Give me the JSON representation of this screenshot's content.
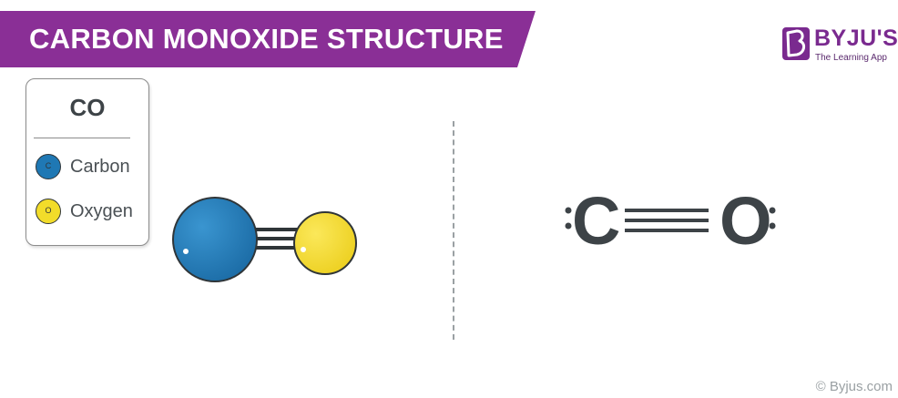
{
  "title": "CARBON MONOXIDE STRUCTURE",
  "colors": {
    "banner": "#8a2f96",
    "brand": "#7a2a8f",
    "carbon": "#1f78b4",
    "oxygen": "#f2dc2a",
    "ink": "#3d4347"
  },
  "logo": {
    "name": "BYJU'S",
    "tagline": "The Learning App"
  },
  "legend": {
    "formula": "CO",
    "items": [
      {
        "symbol": "C",
        "label": "Carbon"
      },
      {
        "symbol": "O",
        "label": "Oxygen"
      }
    ]
  },
  "lewis": {
    "atoms": [
      "C",
      "O"
    ],
    "bond": "triple"
  },
  "copyright": "© Byjus.com"
}
